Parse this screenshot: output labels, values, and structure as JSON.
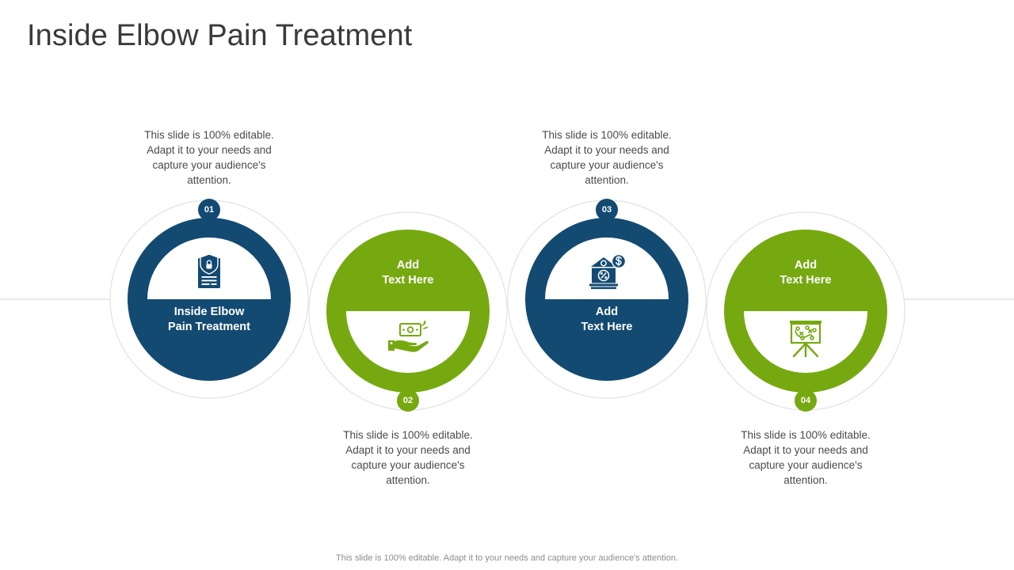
{
  "slide": {
    "title": "Inside Elbow Pain Treatment",
    "footer_note": "This slide is 100% editable. Adapt it to your needs and capture your audience's attention.",
    "colors": {
      "navy": "#134A72",
      "green": "#76A910",
      "title_text": "#3A3A3A",
      "body_text": "#4A4A4A",
      "footer_text": "#8D8D8D",
      "connector_line": "#DCDCDC",
      "background": "#FFFFFF"
    }
  },
  "stages": [
    {
      "number": "01",
      "color": "navy",
      "badge_position": "top",
      "icon": "clipboard-shield-lock-icon",
      "label_line1": "Inside Elbow",
      "label_line2": "Pain Treatment",
      "description": "This slide is 100% editable. Adapt it to your needs and capture your audience's attention.",
      "description_position": "above"
    },
    {
      "number": "02",
      "color": "green",
      "badge_position": "bottom",
      "icon": "hand-holding-money-icon",
      "label_line1": "Add",
      "label_line2": "Text Here",
      "description": "This slide is 100% editable. Adapt it to your needs and capture your audience's attention.",
      "description_position": "below"
    },
    {
      "number": "03",
      "color": "navy",
      "badge_position": "top",
      "icon": "bank-percent-dollar-icon",
      "label_line1": "Add",
      "label_line2": "Text Here",
      "description": "This slide is 100% editable. Adapt it to your needs and capture your audience's attention.",
      "description_position": "above"
    },
    {
      "number": "04",
      "color": "green",
      "badge_position": "bottom",
      "icon": "strategy-board-icon",
      "label_line1": "Add",
      "label_line2": "Text Here",
      "description": "This slide is 100% editable. Adapt it to your needs and capture your audience's attention.",
      "description_position": "below"
    }
  ]
}
